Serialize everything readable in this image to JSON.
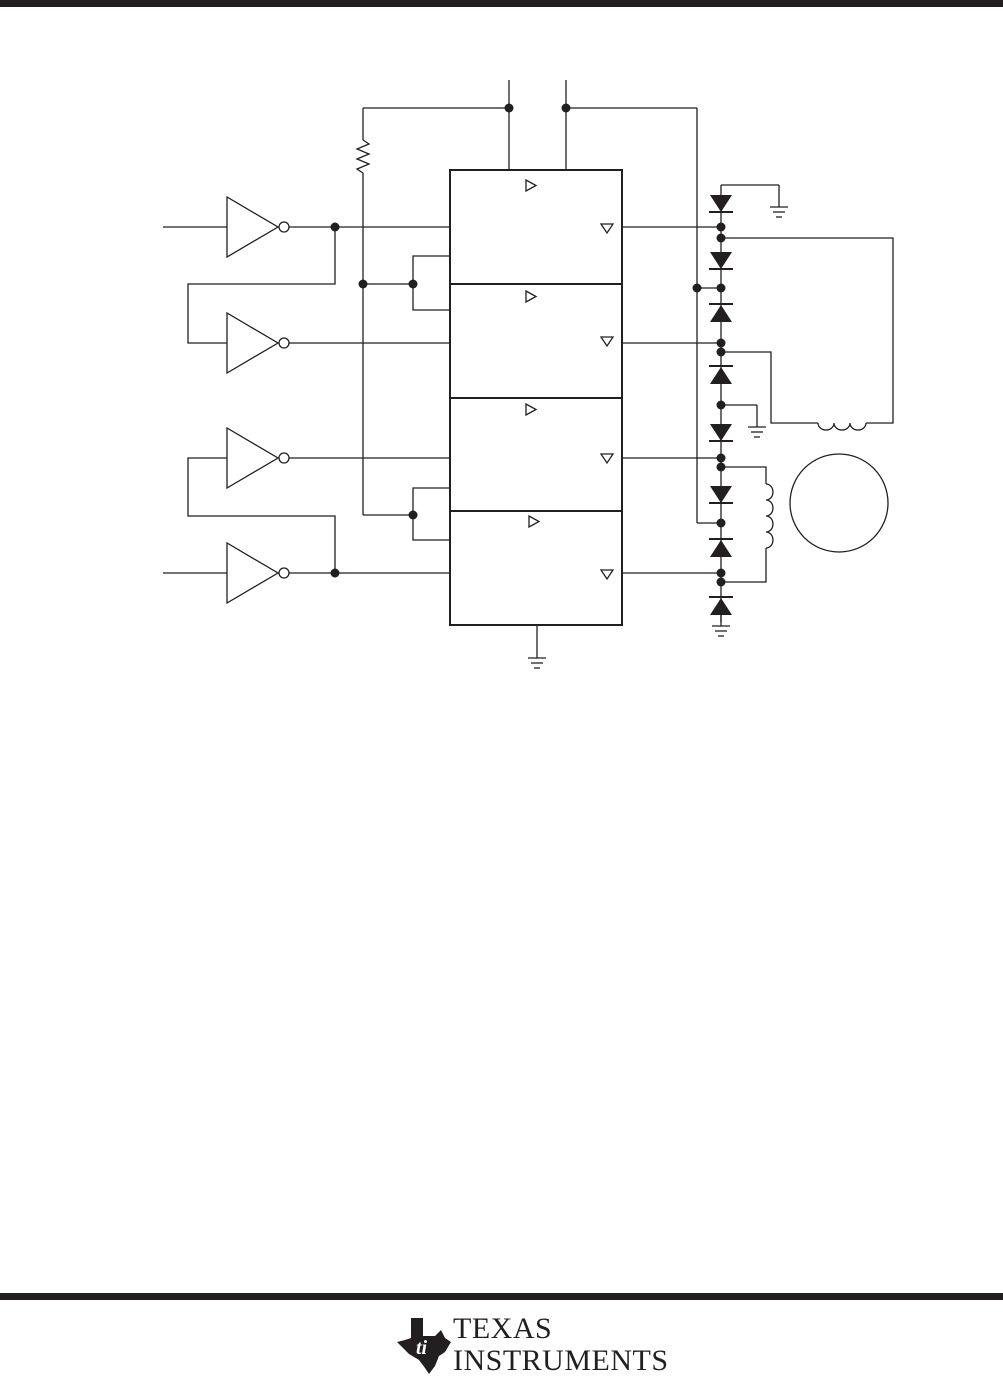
{
  "brand": {
    "name_line1": "TEXAS",
    "name_line2": "INSTRUMENTS",
    "logo_icon": "texas-state-ti-logo",
    "ink_color": "#231f20"
  },
  "diagram": {
    "inverter_count": 4,
    "driver_channel_count": 4,
    "clamp_diode_count": 8,
    "components": [
      "resistor",
      "inductor-winding",
      "inductor-winding",
      "motor-circle",
      "ground",
      "ground",
      "ground",
      "ground"
    ]
  }
}
